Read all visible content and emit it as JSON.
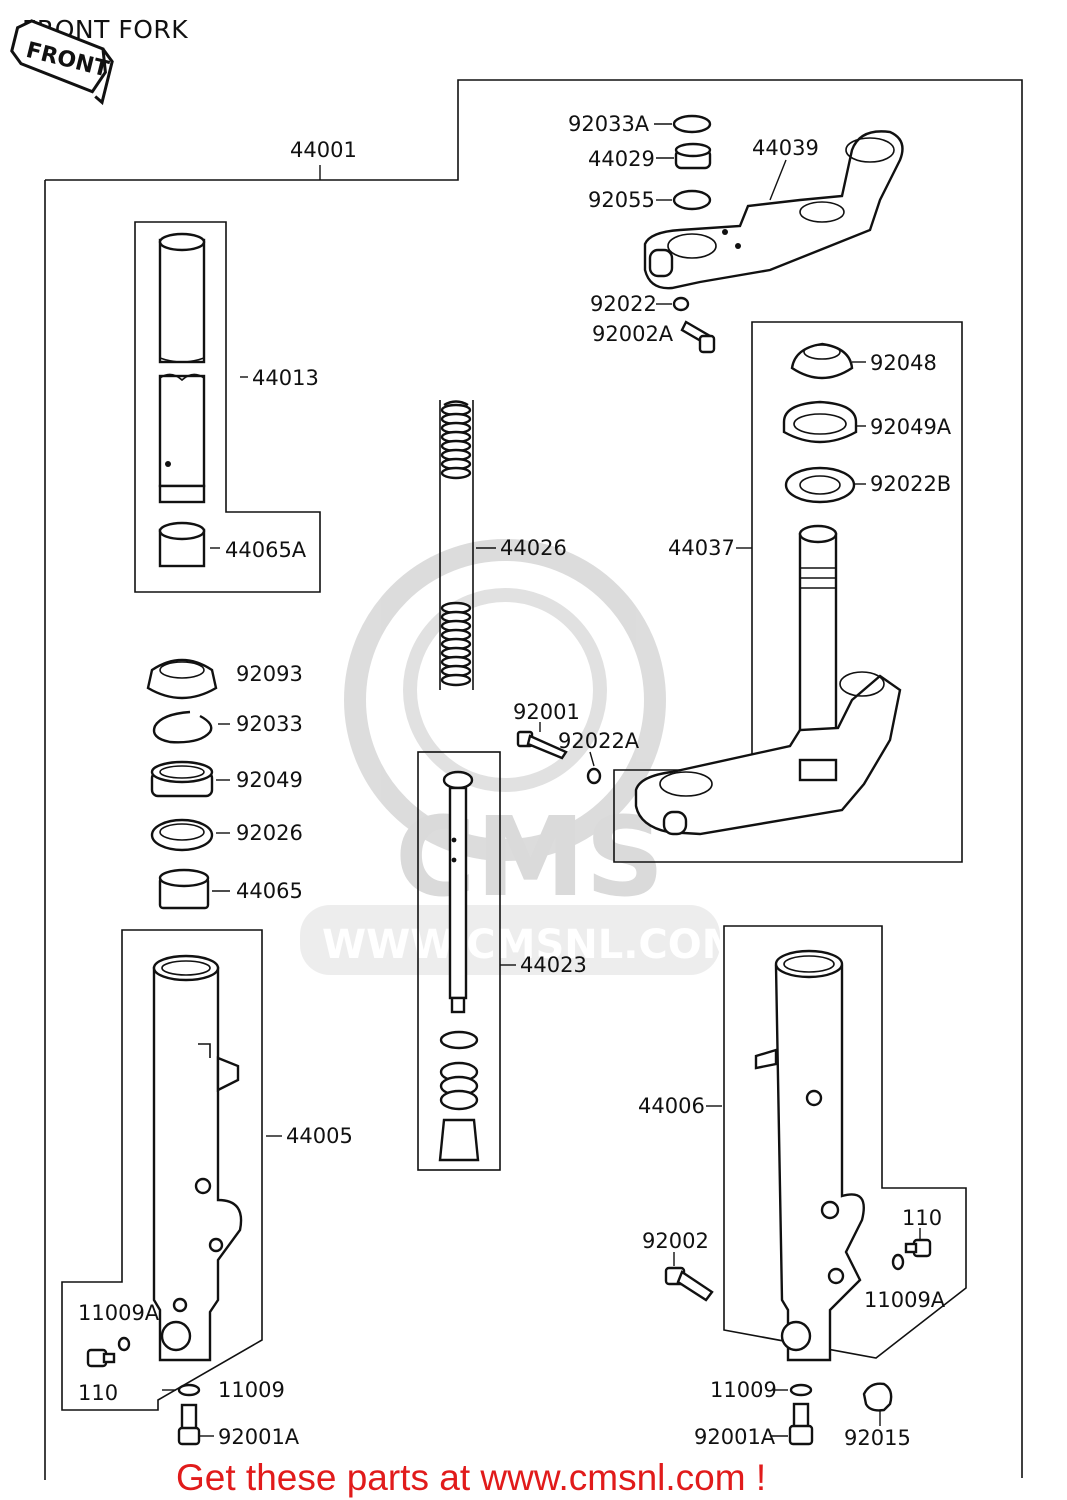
{
  "title": "FRONT FORK",
  "front_marker": "FRONT",
  "watermark": {
    "logo_text": "CMS",
    "url_text": "WWW.CMSNL.COM"
  },
  "call_to_action": "Get these parts at www.cmsnl.com !",
  "colors": {
    "cta": "#e11b1b",
    "line": "#111111",
    "watermark": "#d6d6d6"
  },
  "parts": {
    "p44001": "44001",
    "p44013": "44013",
    "p44065A": "44065A",
    "p92093": "92093",
    "p92033": "92033",
    "p92049": "92049",
    "p92026": "92026",
    "p44065": "44065",
    "p44005": "44005",
    "p11009A_left": "11009A",
    "p110_left": "110",
    "p11009_left": "11009",
    "p92001A_left": "92001A",
    "p44026": "44026",
    "p92001": "92001",
    "p92022A": "92022A",
    "p44023": "44023",
    "p92033A": "92033A",
    "p44029": "44029",
    "p92055": "92055",
    "p44039": "44039",
    "p92022": "92022",
    "p92002A": "92002A",
    "p92048": "92048",
    "p92049A": "92049A",
    "p92022B": "92022B",
    "p44037": "44037",
    "p44006": "44006",
    "p92002": "92002",
    "p110_right": "110",
    "p11009A_right": "11009A",
    "p11009_right": "11009",
    "p92001A_right": "92001A",
    "p92015": "92015"
  }
}
